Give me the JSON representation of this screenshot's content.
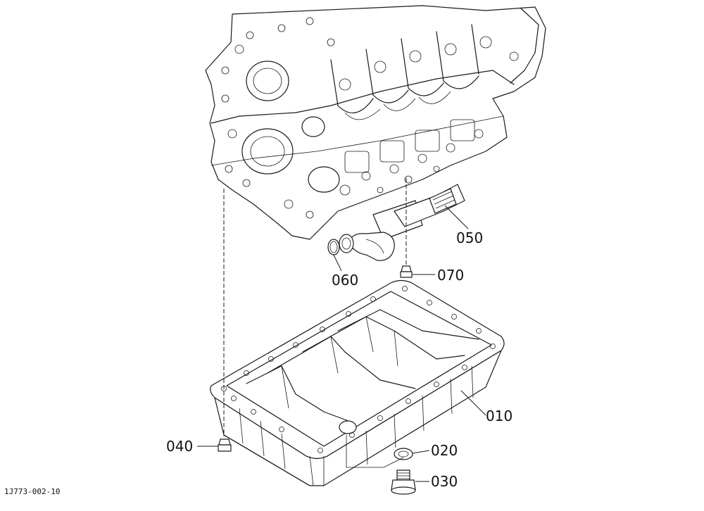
{
  "figure_ref": "1J773-002-10",
  "callouts": [
    {
      "id": "010"
    },
    {
      "id": "020"
    },
    {
      "id": "030"
    },
    {
      "id": "040"
    },
    {
      "id": "050"
    },
    {
      "id": "060"
    },
    {
      "id": "070"
    }
  ],
  "line_color": "#1a1a1a",
  "background": "#ffffff"
}
